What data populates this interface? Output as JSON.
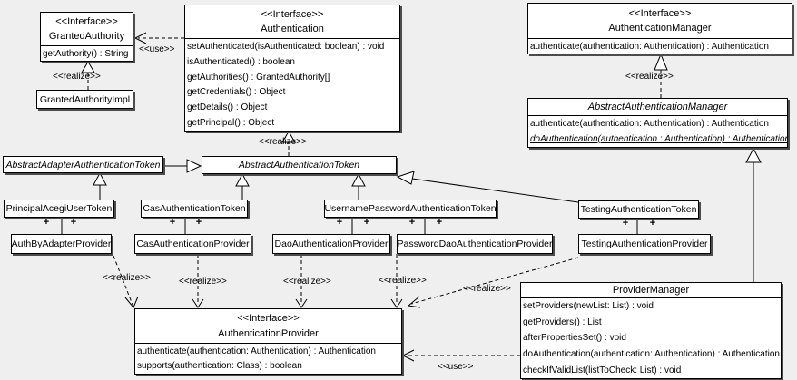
{
  "diagram_type": "uml-class-diagram",
  "colors": {
    "background": "#efefef",
    "box_fill": "#ffffff",
    "line": "#000000",
    "shadow": "#4c4c4c"
  },
  "labels": {
    "realize": "<<realize>>",
    "use": "<<use>>",
    "plus": "+"
  },
  "boxes": {
    "granted_authority": {
      "stereotype": "<<Interface>>",
      "name": "GrantedAuthority",
      "methods": [
        "getAuthority() : String"
      ]
    },
    "granted_authority_impl": {
      "name": "GrantedAuthorityImpl"
    },
    "authentication": {
      "stereotype": "<<Interface>>",
      "name": "Authentication",
      "methods": [
        "setAuthenticated(isAuthenticated: boolean) : void",
        "isAuthenticated() : boolean",
        "getAuthorities() : GrantedAuthority[]",
        "getCredentials() : Object",
        "getDetails() : Object",
        "getPrincipal() : Object"
      ]
    },
    "authentication_manager": {
      "stereotype": "<<Interface>>",
      "name": "AuthenticationManager",
      "methods": [
        "authenticate(authentication: Authentication) : Authentication"
      ]
    },
    "abstract_authentication_manager": {
      "name": "AbstractAuthenticationManager",
      "methods": [
        "authenticate(authentication: Authentication) : Authentication",
        "doAuthentication(authentication : Authentication) : Authentication"
      ]
    },
    "abstract_adapter_authentication_token": {
      "name": "AbstractAdapterAuthenticationToken"
    },
    "abstract_authentication_token": {
      "name": "AbstractAuthenticationToken"
    },
    "principal_acegi_user_token": {
      "name": "PrincipalAcegiUserToken"
    },
    "cas_authentication_token": {
      "name": "CasAuthenticationToken"
    },
    "username_password_authentication_token": {
      "name": "UsernamePasswordAuthenticationToken"
    },
    "testing_authentication_token": {
      "name": "TestingAuthenticationToken"
    },
    "auth_by_adapter_provider": {
      "name": "AuthByAdapterProvider"
    },
    "cas_authentication_provider": {
      "name": "CasAuthenticationProvider"
    },
    "dao_authentication_provider": {
      "name": "DaoAuthenticationProvider"
    },
    "password_dao_authentication_provider": {
      "name": "PasswordDaoAuthenticationProvider"
    },
    "testing_authentication_provider": {
      "name": "TestingAuthenticationProvider"
    },
    "authentication_provider": {
      "stereotype": "<<Interface>>",
      "name": "AuthenticationProvider",
      "methods": [
        "authenticate(authentication: Authentication) : Authentication",
        "supports(authentication: Class) : boolean"
      ]
    },
    "provider_manager": {
      "name": "ProviderManager",
      "methods": [
        "setProviders(newList: List) : void",
        "getProviders() : List",
        "afterPropertiesSet() : void",
        "doAuthentication(authentication: Authentication) : Authentication",
        "checkIfValidList(listToCheck: List) : void"
      ]
    }
  },
  "edges": [
    {
      "from": "Authentication",
      "to": "GrantedAuthority",
      "type": "dependency",
      "label": "<<use>>"
    },
    {
      "from": "GrantedAuthorityImpl",
      "to": "GrantedAuthority",
      "type": "realization",
      "label": "<<realize>>"
    },
    {
      "from": "AbstractAuthenticationToken",
      "to": "Authentication",
      "type": "realization",
      "label": "<<realize>>"
    },
    {
      "from": "AbstractAuthenticationManager",
      "to": "AuthenticationManager",
      "type": "realization",
      "label": "<<realize>>"
    },
    {
      "from": "AbstractAdapterAuthenticationToken",
      "to": "AbstractAuthenticationToken",
      "type": "generalization"
    },
    {
      "from": "PrincipalAcegiUserToken",
      "to": "AbstractAdapterAuthenticationToken",
      "type": "generalization"
    },
    {
      "from": "CasAuthenticationToken",
      "to": "AbstractAuthenticationToken",
      "type": "generalization"
    },
    {
      "from": "UsernamePasswordAuthenticationToken",
      "to": "AbstractAuthenticationToken",
      "type": "generalization"
    },
    {
      "from": "TestingAuthenticationToken",
      "to": "AbstractAuthenticationToken",
      "type": "generalization"
    },
    {
      "from": "ProviderManager",
      "to": "AbstractAuthenticationManager",
      "type": "generalization"
    },
    {
      "from": "PrincipalAcegiUserToken",
      "to": "AuthByAdapterProvider",
      "type": "association",
      "end_labels": [
        "+",
        "+"
      ]
    },
    {
      "from": "CasAuthenticationToken",
      "to": "CasAuthenticationProvider",
      "type": "association",
      "end_labels": [
        "+",
        "+"
      ]
    },
    {
      "from": "UsernamePasswordAuthenticationToken",
      "to": "DaoAuthenticationProvider",
      "type": "association",
      "end_labels": [
        "+",
        "+"
      ]
    },
    {
      "from": "UsernamePasswordAuthenticationToken",
      "to": "PasswordDaoAuthenticationProvider",
      "type": "association",
      "end_labels": [
        "+",
        "+"
      ]
    },
    {
      "from": "TestingAuthenticationToken",
      "to": "TestingAuthenticationProvider",
      "type": "association",
      "end_labels": [
        "+",
        "+"
      ]
    },
    {
      "from": "AuthByAdapterProvider",
      "to": "AuthenticationProvider",
      "type": "realization",
      "label": "<<realize>>"
    },
    {
      "from": "CasAuthenticationProvider",
      "to": "AuthenticationProvider",
      "type": "realization",
      "label": "<<realize>>"
    },
    {
      "from": "DaoAuthenticationProvider",
      "to": "AuthenticationProvider",
      "type": "realization",
      "label": "<<realize>>"
    },
    {
      "from": "PasswordDaoAuthenticationProvider",
      "to": "AuthenticationProvider",
      "type": "realization",
      "label": "<<realize>>"
    },
    {
      "from": "TestingAuthenticationProvider",
      "to": "AuthenticationProvider",
      "type": "realization",
      "label": "<<realize>>"
    },
    {
      "from": "ProviderManager",
      "to": "AuthenticationProvider",
      "type": "dependency",
      "label": "<<use>>"
    }
  ]
}
